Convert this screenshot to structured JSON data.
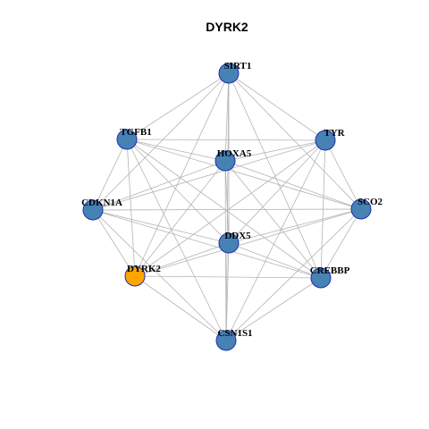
{
  "title": "DYRK2",
  "colors": {
    "node_default": "#4682b4",
    "node_highlight": "#ffa500",
    "node_border": "#1f2fb0",
    "edge": "#b4b4b4"
  },
  "nodes": [
    {
      "id": "SIRT1",
      "label": "SIRT1"
    },
    {
      "id": "TGFB1",
      "label": "TGFB1"
    },
    {
      "id": "TYR",
      "label": "TYR"
    },
    {
      "id": "HOXA5",
      "label": "HOXA5"
    },
    {
      "id": "CDKN1A",
      "label": "CDKN1A"
    },
    {
      "id": "SCO2",
      "label": "SCO2"
    },
    {
      "id": "DDX5",
      "label": "DDX5"
    },
    {
      "id": "DYRK2",
      "label": "DYRK2",
      "highlight": true
    },
    {
      "id": "CREBBP",
      "label": "CREBBP"
    },
    {
      "id": "CSN1S1",
      "label": "CSN1S1"
    }
  ],
  "edges": "complete"
}
